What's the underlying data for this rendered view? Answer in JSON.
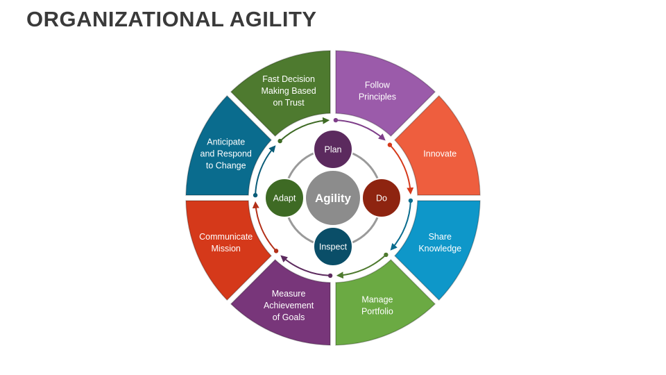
{
  "title": "ORGANIZATIONAL AGILITY",
  "colors": {
    "title_text": "#3a3a3a",
    "ring_gray": "#9a9a9a",
    "center_gray": "#8c8c8c"
  },
  "segments": [
    {
      "id": "follow-principles",
      "lines": [
        "Follow",
        "Principles"
      ],
      "color": "#9B5BAA"
    },
    {
      "id": "innovate",
      "lines": [
        "Innovate"
      ],
      "color": "#EE5E3E"
    },
    {
      "id": "share-knowledge",
      "lines": [
        "Share",
        "Knowledge"
      ],
      "color": "#0E97C9"
    },
    {
      "id": "manage-portfolio",
      "lines": [
        "Manage",
        "Portfolio"
      ],
      "color": "#6BAA43"
    },
    {
      "id": "measure-achievement",
      "lines": [
        "Measure",
        "Achievement",
        "of Goals"
      ],
      "color": "#78367A"
    },
    {
      "id": "communicate-mission",
      "lines": [
        "Communicate",
        "Mission"
      ],
      "color": "#D5391A"
    },
    {
      "id": "anticipate-respond",
      "lines": [
        "Anticipate",
        "and Respond",
        "to Change"
      ],
      "color": "#0A6C8E"
    },
    {
      "id": "fast-decision",
      "lines": [
        "Fast Decision",
        "Making Based",
        "on Trust"
      ],
      "color": "#4E7A2F"
    }
  ],
  "arrow_colors": [
    "#7E3E89",
    "#D5391A",
    "#0A6C8E",
    "#4E7A2F",
    "#5C2A5E",
    "#B33018",
    "#0A5C78",
    "#3E6A24"
  ],
  "center": {
    "label": "Agility",
    "color": "#8c8c8c"
  },
  "inner_circles": [
    {
      "id": "plan",
      "label": "Plan",
      "color": "#5B2A5E"
    },
    {
      "id": "do",
      "label": "Do",
      "color": "#8E2410"
    },
    {
      "id": "inspect",
      "label": "Inspect",
      "color": "#0A4E68"
    },
    {
      "id": "adapt",
      "label": "Adapt",
      "color": "#3E6A24"
    }
  ]
}
